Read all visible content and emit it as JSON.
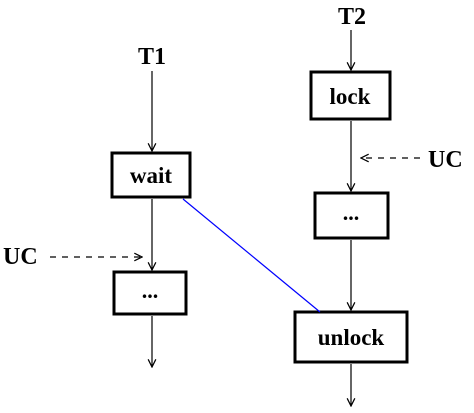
{
  "diagram": {
    "threads": [
      {
        "id": "t1",
        "label": "T1",
        "boxes": [
          "wait",
          "..."
        ]
      },
      {
        "id": "t2",
        "label": "T2",
        "boxes": [
          "lock",
          "...",
          "unlock"
        ]
      }
    ],
    "annotations": {
      "uc_t1": "UC",
      "uc_t2": "UC"
    },
    "colors": {
      "stroke": "#000000",
      "signal_edge": "#0000ff"
    }
  }
}
